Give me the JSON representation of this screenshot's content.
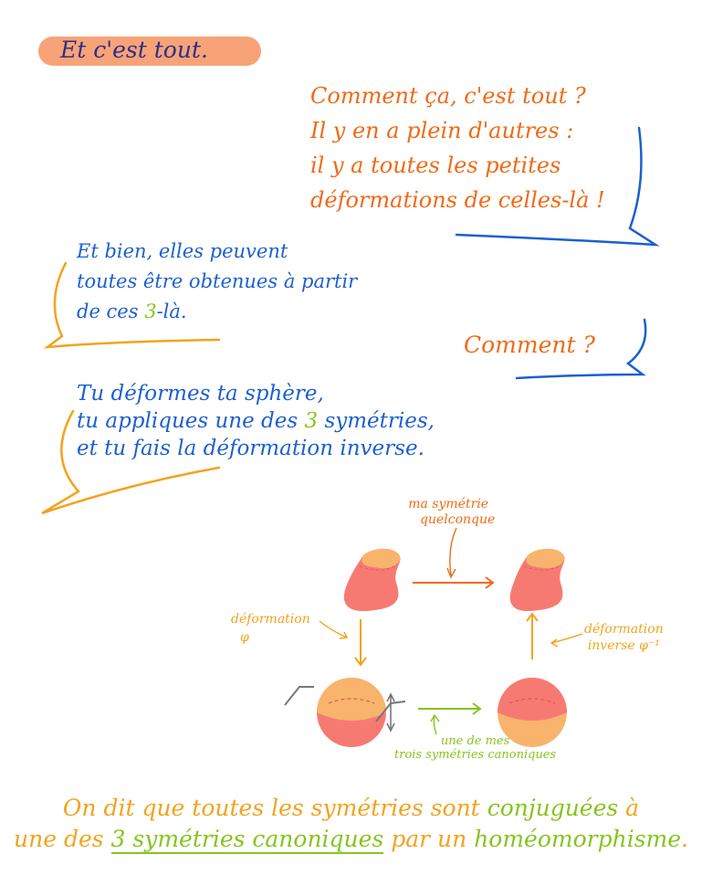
{
  "title": "Et c'est tout.",
  "bubble_reply": {
    "lines": [
      "Comment ça, c'est tout ?",
      "Il y en a plein d'autres :",
      "il y a toutes les petites",
      "déformations de celles-là !"
    ]
  },
  "bubble_explain": {
    "line1": "Et bien, elles peuvent",
    "line2": "toutes être obtenues à partir",
    "line3_pre": "de ces ",
    "line3_num": "3",
    "line3_post": "-là."
  },
  "bubble_how": "Comment ?",
  "bubble_method": {
    "line1": "Tu déformes ta sphère,",
    "line2_pre": "tu appliques une des ",
    "line2_num": "3",
    "line2_post": " symétries,",
    "line3": "et tu fais la déformation inverse."
  },
  "diagram": {
    "label_top": [
      "ma symétrie",
      "quelconque"
    ],
    "label_left": [
      "déformation",
      "φ"
    ],
    "label_right": [
      "déformation",
      "inverse φ⁻¹"
    ],
    "label_bottom": [
      "une de mes",
      "trois symétries canoniques"
    ]
  },
  "footer": {
    "part1": "On dit que toutes les symétries sont ",
    "conj": "conjuguées",
    "part2": " à",
    "part3": "une des ",
    "canon": "3 symétries canoniques",
    "part4": " par un ",
    "homeo": "homéomorphisme",
    "part5": "."
  },
  "colors": {
    "orange": "#f06a16",
    "blue": "#1c5fd0",
    "amber": "#f2a31e",
    "green": "#86c41e",
    "pill": "#f7a377",
    "shape_red": "#f77a72",
    "shape_orange": "#f8b46c"
  }
}
